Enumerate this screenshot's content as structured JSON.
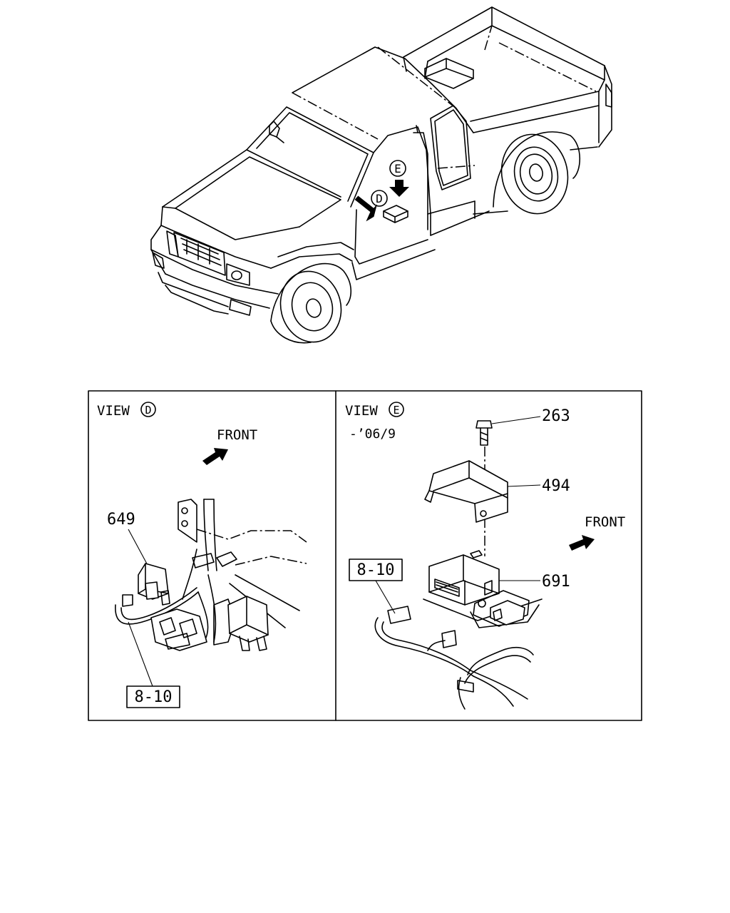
{
  "views": {
    "d": {
      "view_word": "VIEW",
      "view_letter": "D",
      "front_label": "FRONT",
      "callouts": {
        "part_649": "649",
        "ref_8_10": "8-10"
      }
    },
    "e": {
      "view_word": "VIEW",
      "view_letter": "E",
      "date_note": "-’06/9",
      "front_label": "FRONT",
      "callouts": {
        "part_263": "263",
        "part_494": "494",
        "part_691": "691",
        "ref_8_10": "8-10"
      }
    }
  },
  "truck_markers": {
    "marker_e": "E",
    "marker_d": "D"
  }
}
